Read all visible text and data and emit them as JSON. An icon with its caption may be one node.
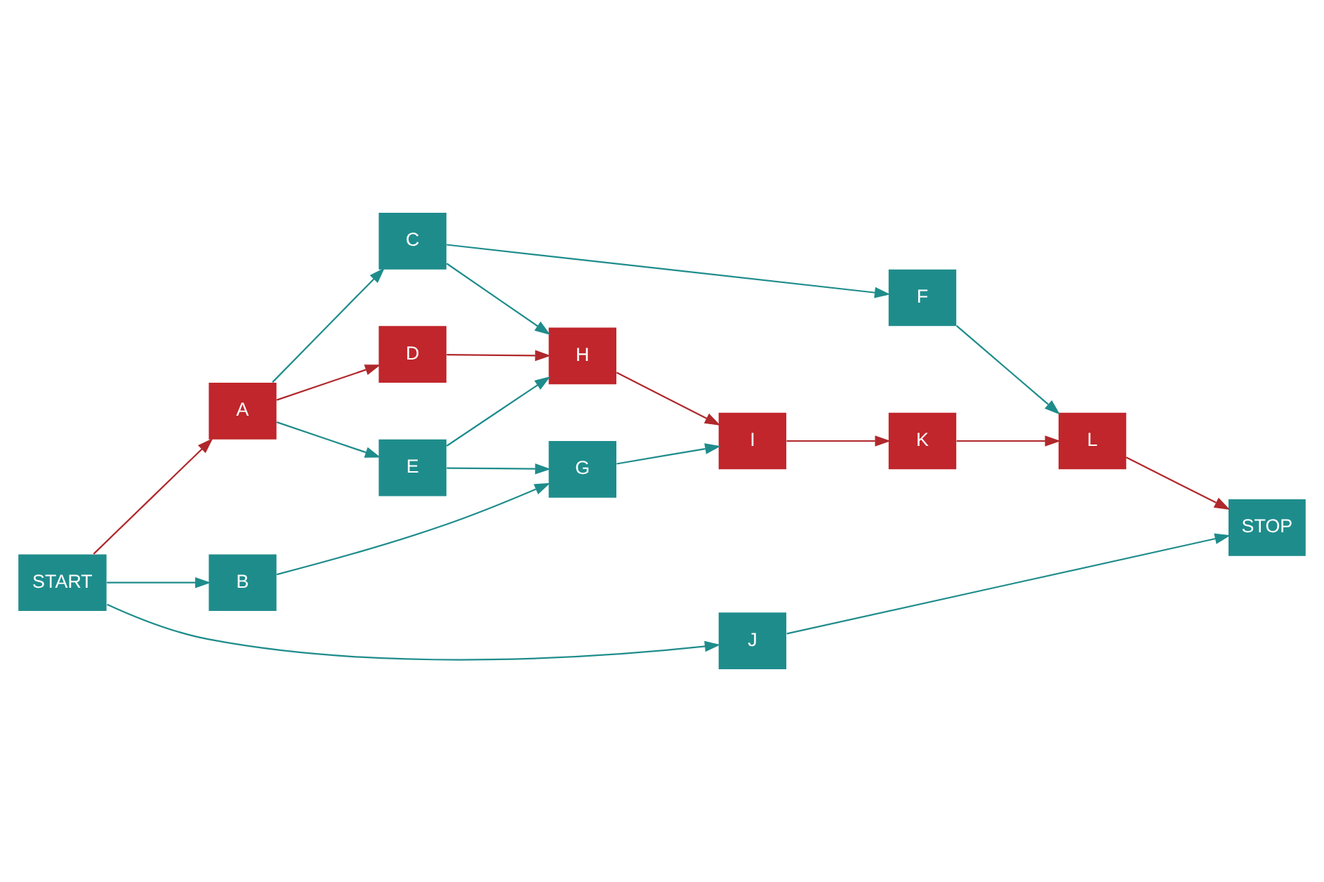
{
  "diagram": {
    "nodes": [
      {
        "text": [
          "START"
        ]
      },
      {
        "text": [
          "A"
        ]
      },
      {
        "text": [
          "B"
        ]
      },
      {
        "text": [
          "J"
        ]
      },
      {
        "text": [
          "C"
        ]
      },
      {
        "text": [
          "D"
        ]
      },
      {
        "text": [
          "E"
        ]
      },
      {
        "text": [
          "F"
        ]
      },
      {
        "text": [
          "H"
        ]
      },
      {
        "text": [
          "G"
        ]
      },
      {
        "text": [
          "I"
        ]
      },
      {
        "text": [
          "K"
        ]
      },
      {
        "text": [
          "L"
        ]
      },
      {
        "text": [
          "STOP"
        ]
      }
    ],
    "edges": [
      {
        "from": 0,
        "to": 1,
        "arrow": "to",
        "color": "#b0282c"
      },
      {
        "from": 0,
        "to": 2,
        "arrow": "to"
      },
      {
        "from": 0,
        "to": 3,
        "arrow": "to"
      },
      {
        "from": 1,
        "to": 4,
        "arrow": "to"
      },
      {
        "from": 1,
        "to": 5,
        "arrow": "to",
        "color": "#b0282c"
      },
      {
        "from": 1,
        "to": 6,
        "arrow": "to"
      },
      {
        "from": 4,
        "to": 7,
        "arrow": "to"
      },
      {
        "from": 4,
        "to": 8,
        "arrow": "to"
      },
      {
        "from": 5,
        "to": 8,
        "arrow": "to",
        "color": "#b0282c"
      },
      {
        "from": 6,
        "to": 8,
        "arrow": "to"
      },
      {
        "from": 6,
        "to": 9,
        "arrow": "to"
      },
      {
        "from": 2,
        "to": 9,
        "arrow": "to"
      },
      {
        "from": 7,
        "to": 12,
        "arrow": "to"
      },
      {
        "from": 8,
        "to": 10,
        "arrow": "to",
        "color": "#b0282c"
      },
      {
        "from": 9,
        "to": 10,
        "arrow": "to"
      },
      {
        "from": 10,
        "to": 11,
        "arrow": "to",
        "color": "#b0282c"
      },
      {
        "from": 11,
        "to": 12,
        "arrow": "to",
        "color": "#b0282c"
      },
      {
        "from": 12,
        "to": 13,
        "arrow": "to",
        "color": "#b0282c"
      },
      {
        "from": 3,
        "to": 13,
        "arrow": "to"
      }
    ]
  }
}
